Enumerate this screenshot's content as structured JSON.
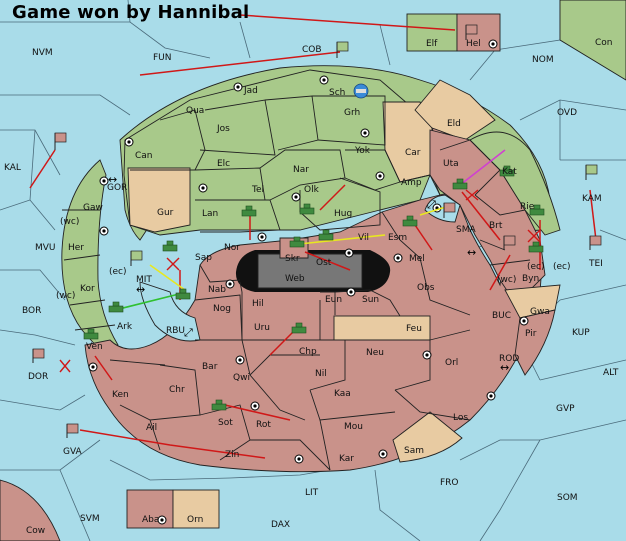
{
  "title": "Game won by Hannibal",
  "colors": {
    "sea": "#a9dce9",
    "green": "#a8c98a",
    "red": "#c9928a",
    "tan": "#e8cba2",
    "outline": "#222222",
    "move_red": "#d01818",
    "move_yellow": "#e8e820",
    "move_green": "#30c030",
    "move_magenta": "#d040d0"
  },
  "sea_labels": [
    "NVM",
    "FUN",
    "COB",
    "NOM",
    "Con",
    "OVD",
    "KAL",
    "GOR",
    "MVU",
    "BOR",
    "MIT",
    "RBU",
    "SMA",
    "KAM",
    "TEI",
    "BUC",
    "KUP",
    "ROD",
    "ALT",
    "GVP",
    "DOR",
    "GVA",
    "FRO",
    "SOM",
    "LIT",
    "DAX",
    "SVM",
    "Cow"
  ],
  "land_labels": [
    "Jad",
    "Sch",
    "Qua",
    "Jos",
    "Grh",
    "Eld",
    "Can",
    "Elc",
    "Nar",
    "Yok",
    "Car",
    "Uta",
    "Kat",
    "Tel",
    "Olk",
    "Amp",
    "Gur",
    "Lan",
    "Hug",
    "Rie",
    "Brt",
    "Gaw",
    "Her",
    "Sap",
    "Nor",
    "Skr",
    "Vil",
    "Esm",
    "Web",
    "Ost",
    "Mel",
    "Kor",
    "Nab",
    "Hil",
    "Eun",
    "Sun",
    "Obs",
    "Byn",
    "Ark",
    "Nog",
    "Gwa",
    "Pir",
    "Uru",
    "Feu",
    "Chp",
    "Neu",
    "Orl",
    "Ven",
    "Bar",
    "Qwi",
    "Nil",
    "Ken",
    "Chr",
    "Kaa",
    "Los",
    "Sot",
    "Rot",
    "Mou",
    "Ail",
    "Zin",
    "Kar",
    "Sam",
    "Elf",
    "Hel",
    "Aba",
    "Orn"
  ],
  "coast_tags": [
    "(wc)",
    "(ec)",
    "(wc)",
    "(ec)",
    "(wc)",
    "(ec)"
  ],
  "legend_note": ""
}
